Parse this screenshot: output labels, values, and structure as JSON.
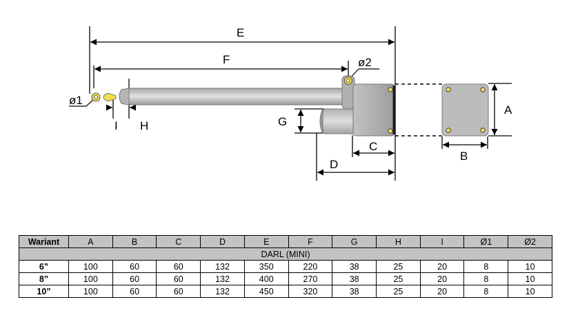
{
  "drawing": {
    "labels": {
      "E": "E",
      "F": "F",
      "phi1": "ø1",
      "phi2": "ø2",
      "I": "I",
      "H": "H",
      "G": "G",
      "A": "A",
      "B": "B",
      "C": "C",
      "D": "D"
    }
  },
  "table": {
    "headers": [
      "Wariant",
      "A",
      "B",
      "C",
      "D",
      "E",
      "F",
      "G",
      "H",
      "I",
      "Ø1",
      "Ø2"
    ],
    "group": "DARL (MINI)",
    "rows": [
      [
        "6”",
        "100",
        "60",
        "60",
        "132",
        "350",
        "220",
        "38",
        "25",
        "20",
        "8",
        "10"
      ],
      [
        "8”",
        "100",
        "60",
        "60",
        "132",
        "400",
        "270",
        "38",
        "25",
        "20",
        "8",
        "10"
      ],
      [
        "10”",
        "100",
        "60",
        "60",
        "132",
        "450",
        "320",
        "38",
        "25",
        "20",
        "8",
        "10"
      ]
    ]
  }
}
